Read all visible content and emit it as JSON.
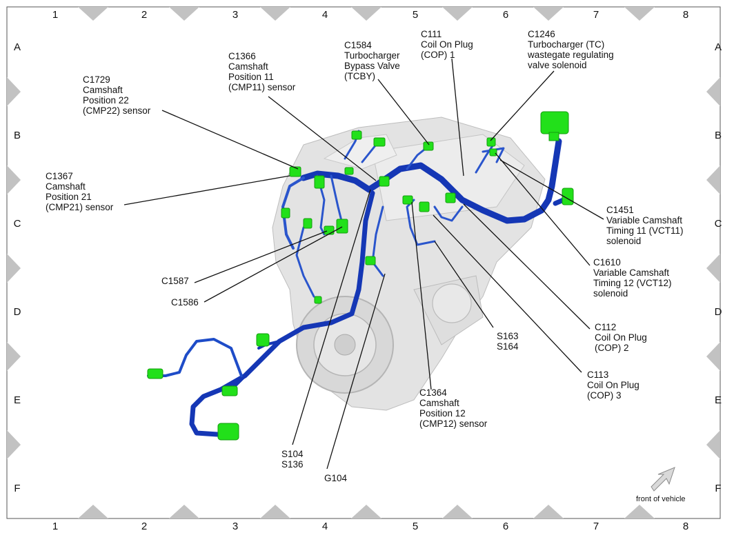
{
  "grid": {
    "columns": [
      "1",
      "2",
      "3",
      "4",
      "5",
      "6",
      "7",
      "8"
    ],
    "rows": [
      "A",
      "B",
      "C",
      "D",
      "E",
      "F"
    ]
  },
  "callouts": {
    "c1729": [
      "C1729",
      "Camshaft",
      "Position 22",
      "(CMP22) sensor"
    ],
    "c1366": [
      "C1366",
      "Camshaft",
      "Position 11",
      "(CMP11) sensor"
    ],
    "c1584": [
      "C1584",
      "Turbocharger",
      "Bypass Valve",
      "(TCBY)"
    ],
    "c111": [
      "C111",
      "Coil On Plug",
      "(COP) 1"
    ],
    "c1246": [
      "C1246",
      "Turbocharger (TC)",
      "wastegate regulating",
      "valve solenoid"
    ],
    "c1367": [
      "C1367",
      "Camshaft",
      "Position 21",
      "(CMP21) sensor"
    ],
    "c1451": [
      "C1451",
      "Variable Camshaft",
      "Timing 11 (VCT11)",
      "solenoid"
    ],
    "c1610": [
      "C1610",
      "Variable Camshaft",
      "Timing 12 (VCT12)",
      "solenoid"
    ],
    "c1587": [
      "C1587"
    ],
    "c1586": [
      "C1586"
    ],
    "c112": [
      "C112",
      "Coil On Plug",
      "(COP) 2"
    ],
    "s163": [
      "S163",
      "S164"
    ],
    "c113": [
      "C113",
      "Coil On Plug",
      "(COP) 3"
    ],
    "c1364": [
      "C1364",
      "Camshaft",
      "Position 12",
      "(CMP12) sensor"
    ],
    "s104": [
      "S104",
      "S136"
    ],
    "g104": [
      "G104"
    ]
  },
  "direction": {
    "label": "front of vehicle",
    "icon": "arrow-icon"
  },
  "colors": {
    "harness": "#1537b5",
    "harness_light": "#4a7be0",
    "connector": "#22e01a",
    "engine": "#d9d9d9",
    "frame_marker": "#bdbdbd"
  }
}
